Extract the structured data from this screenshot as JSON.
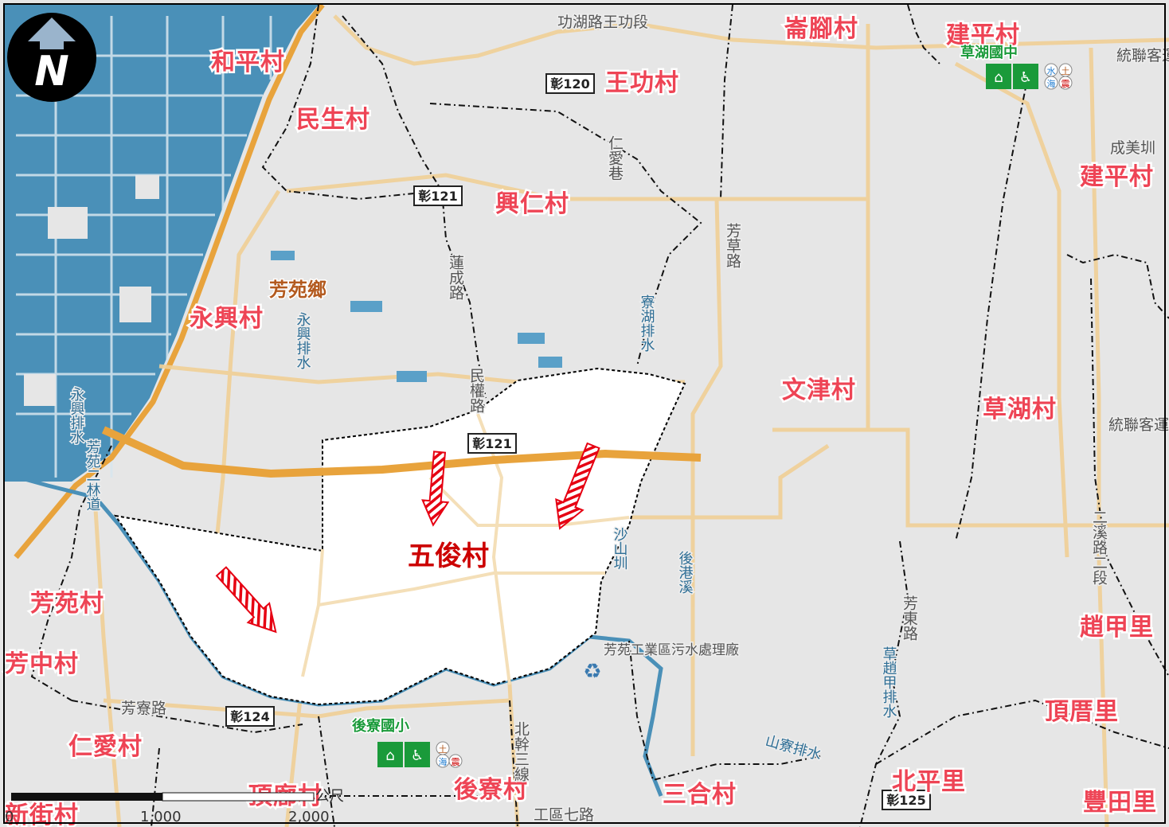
{
  "map": {
    "focus_village": "五俊村",
    "township": "芳苑鄉",
    "villages": [
      "和平村",
      "民生村",
      "王功村",
      "崙腳村",
      "建平村",
      "建平村",
      "興仁村",
      "永興村",
      "文津村",
      "草湖村",
      "芳苑村",
      "芳中村",
      "仁愛村",
      "頂廍村",
      "後寮村",
      "三合村",
      "北平里",
      "豐田里",
      "頂厝里",
      "趙甲里",
      "新街村"
    ],
    "roads": [
      "芳草路",
      "芳東路",
      "仁愛巷",
      "蓮成路",
      "民權路",
      "功湖路王功段",
      "成美圳",
      "統聯客運",
      "統聯客運",
      "芳寮路",
      "北幹三線",
      "工區七路",
      "二溪路二段",
      "草湖國中",
      "後寮國小"
    ],
    "waterways": [
      "永興排水",
      "永興排水",
      "寮湖排水",
      "後港溪",
      "沙山圳",
      "山寮排水",
      "草趙甲排水",
      "芳苑二林道"
    ],
    "place": "芳苑工業區污水處理廠",
    "shields": [
      "彰120",
      "彰121",
      "彰121",
      "彰124",
      "彰125"
    ],
    "school_icons": [
      "水",
      "海",
      "土",
      "震"
    ],
    "scale": {
      "labels": [
        "0",
        "1,000",
        "2,000"
      ],
      "unit": "公尺"
    },
    "north_label": "N",
    "colors": {
      "sea": "#4a90b8",
      "land": "#e6e6e6",
      "highlight": "#ffffff",
      "focus_text": "#cc0000",
      "village_text": "#ee4455",
      "road": "#f2c987",
      "highway": "#e8a33c",
      "arrow": "#e60012"
    }
  }
}
